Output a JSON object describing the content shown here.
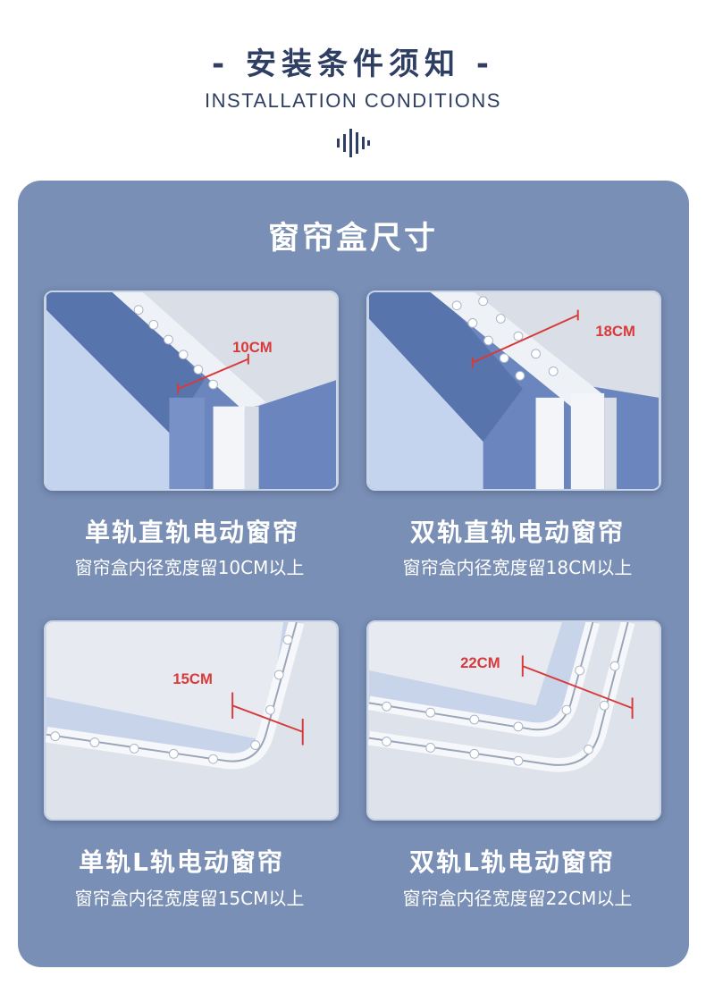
{
  "header": {
    "title": "- 安装条件须知 -",
    "subtitle": "INSTALLATION CONDITIONS",
    "icon": "sound-wave-icon"
  },
  "panel": {
    "title": "窗帘盒尺寸",
    "background": "#7a8fb5"
  },
  "colors": {
    "title": "#2f3f63",
    "measure_line": "#d83a3a"
  },
  "cards": [
    {
      "image_label": "10CM",
      "title": "单轨直轨电动窗帘",
      "desc": "窗帘盒内径宽度留10CM以上"
    },
    {
      "image_label": "18CM",
      "title": "双轨直轨电动窗帘",
      "desc": "窗帘盒内径宽度留18CM以上"
    },
    {
      "image_label": "15CM",
      "title": "单轨L轨电动窗帘",
      "desc": "窗帘盒内径宽度留15CM以上"
    },
    {
      "image_label": "22CM",
      "title": "双轨L轨电动窗帘",
      "desc": "窗帘盒内径宽度留22CM以上"
    }
  ]
}
